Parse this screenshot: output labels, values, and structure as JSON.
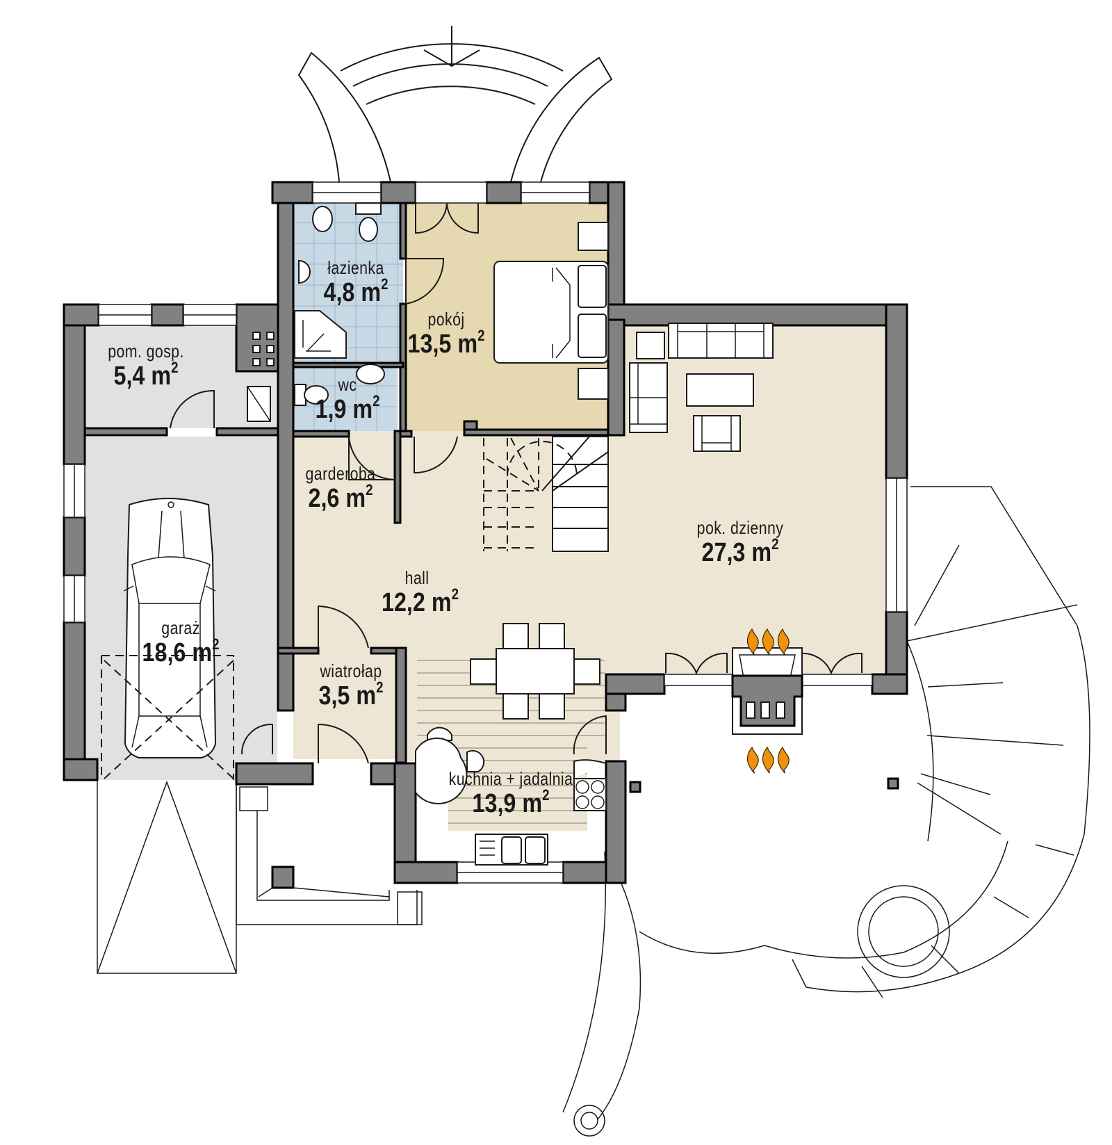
{
  "plan": {
    "title": "",
    "unit": "m",
    "colors": {
      "wall": "#818181",
      "bathroom": "#c8d9e6",
      "bedroom": "#e6d8b0",
      "living": "#eee6d4",
      "utility": "#e1e1e1",
      "fireplace_flame": "#f0900f"
    },
    "rooms": [
      {
        "id": "lazienka",
        "name": "łazienka",
        "area": "4,8 m",
        "sup": "2"
      },
      {
        "id": "pokoj",
        "name": "pokój",
        "area": "13,5 m",
        "sup": "2"
      },
      {
        "id": "pom-gosp",
        "name": "pom. gosp.",
        "area": "5,4 m",
        "sup": "2"
      },
      {
        "id": "wc",
        "name": "wc",
        "area": "1,9 m",
        "sup": "2"
      },
      {
        "id": "garderoba",
        "name": "garderoba",
        "area": "2,6 m",
        "sup": "2"
      },
      {
        "id": "pok-dzienny",
        "name": "pok. dzienny",
        "area": "27,3 m",
        "sup": "2"
      },
      {
        "id": "hall",
        "name": "hall",
        "area": "12,2 m",
        "sup": "2"
      },
      {
        "id": "garaz",
        "name": "garaż",
        "area": "18,6 m",
        "sup": "2"
      },
      {
        "id": "wiatrolap",
        "name": "wiatrołap",
        "area": "3,5 m",
        "sup": "2"
      },
      {
        "id": "kuchnia",
        "name": "kuchnia + jadalnia",
        "area": "13,9 m",
        "sup": "2"
      }
    ]
  }
}
